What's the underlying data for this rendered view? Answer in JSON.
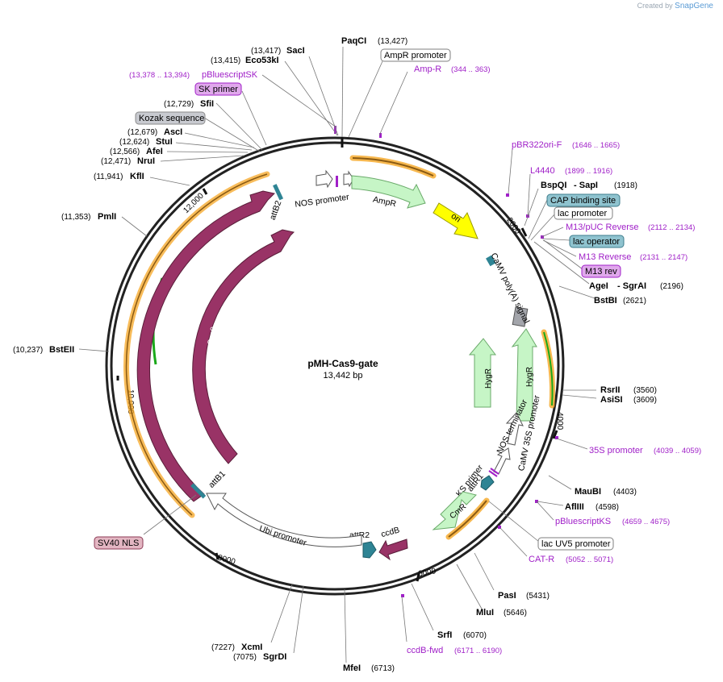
{
  "branding": {
    "prefix": "Created by",
    "name": "SnapGene"
  },
  "plasmid": {
    "name": "pMH-Cas9-gate",
    "size": "13,442 bp"
  },
  "ruler_ticks": [
    "2000",
    "4000",
    "6000",
    "8000",
    "10,000",
    "12,000"
  ],
  "sites": [
    {
      "name": "PaqCI",
      "pos": "(13,427)"
    },
    {
      "name": "SacI",
      "pos": "(13,417)"
    },
    {
      "name": "Eco53kI",
      "pos": "(13,415)"
    },
    {
      "name": "SfiI",
      "pos": "(12,729)"
    },
    {
      "name": "AscI",
      "pos": "(12,679)"
    },
    {
      "name": "StuI",
      "pos": "(12,624)"
    },
    {
      "name": "AfeI",
      "pos": "(12,566)"
    },
    {
      "name": "NruI",
      "pos": "(12,471)"
    },
    {
      "name": "KflI",
      "pos": "(11,941)"
    },
    {
      "name": "PmlI",
      "pos": "(11,353)"
    },
    {
      "name": "BstEII",
      "pos": "(10,237)"
    },
    {
      "name": "BspQI",
      "name2": "SapI",
      "pos": "(1918)"
    },
    {
      "name": "AgeI",
      "name2": "SgrAI",
      "pos": "(2196)"
    },
    {
      "name": "BstBI",
      "pos": "(2621)"
    },
    {
      "name": "RsrII",
      "pos": "(3560)"
    },
    {
      "name": "AsiSI",
      "pos": "(3609)"
    },
    {
      "name": "MauBI",
      "pos": "(4403)"
    },
    {
      "name": "AflIII",
      "pos": "(4598)"
    },
    {
      "name": "PasI",
      "pos": "(5431)"
    },
    {
      "name": "MluI",
      "pos": "(5646)"
    },
    {
      "name": "SrfI",
      "pos": "(6070)"
    },
    {
      "name": "MfeI",
      "pos": "(6713)"
    },
    {
      "name": "XcmI",
      "pos": "(7227)"
    },
    {
      "name": "SgrDI",
      "pos": "(7075)"
    }
  ],
  "primers": [
    {
      "name": "pBluescriptSK",
      "pos": "(13,378 .. 13,394)"
    },
    {
      "name": "Amp-R",
      "pos": "(344 .. 363)"
    },
    {
      "name": "pBR322ori-F",
      "pos": "(1646 .. 1665)"
    },
    {
      "name": "L4440",
      "pos": "(1899 .. 1916)"
    },
    {
      "name": "M13/pUC Reverse",
      "pos": "(2112 .. 2134)"
    },
    {
      "name": "M13 Reverse",
      "pos": "(2131 .. 2147)"
    },
    {
      "name": "35S promoter",
      "pos": "(4039 .. 4059)"
    },
    {
      "name": "pBluescriptKS",
      "pos": "(4659 .. 4675)"
    },
    {
      "name": "CAT-R",
      "pos": "(5052 .. 5071)"
    },
    {
      "name": "ccdB-fwd",
      "pos": "(6171 .. 6190)"
    }
  ],
  "feature_labels": [
    {
      "text": "AmpR promoter",
      "bg": "#ffffff",
      "border": "#7f7f7f",
      "color": "#000000"
    },
    {
      "text": "SK primer",
      "bg": "#e0a8ec",
      "border": "#a020c8",
      "color": "#000000"
    },
    {
      "text": "Kozak sequence",
      "bg": "#c8cad0",
      "border": "#8a8a8a",
      "color": "#000000"
    },
    {
      "text": "CAP binding site",
      "bg": "#8fc3cf",
      "border": "#3e7d8c",
      "color": "#000000"
    },
    {
      "text": "lac promoter",
      "bg": "#ffffff",
      "border": "#7f7f7f",
      "color": "#000000"
    },
    {
      "text": "lac operator",
      "bg": "#8fc3cf",
      "border": "#3e7d8c",
      "color": "#000000"
    },
    {
      "text": "M13 rev",
      "bg": "#e0a8ec",
      "border": "#a020c8",
      "color": "#000000"
    },
    {
      "text": "lac UV5 promoter",
      "bg": "#ffffff",
      "border": "#7f7f7f",
      "color": "#000000"
    },
    {
      "text": "SV40 NLS",
      "bg": "#e3b6c2",
      "border": "#8c3a55",
      "color": "#000000"
    }
  ],
  "inner_labels": [
    "NOS promoter",
    "AmpR",
    "ori",
    "CaMV poly(A) signal",
    "HygR",
    "CaMV 35S promoter",
    "NOS terminator",
    "HygR",
    "KS primer",
    "attR1",
    "CmR",
    "ccdB",
    "attR2",
    "Ubi promoter",
    "attB1",
    "Cas9",
    "Cas9",
    "attB2"
  ],
  "colors": {
    "backbone": "#222222",
    "cas9": "#993366",
    "green": "#c6f5c6",
    "green_stroke": "#6aaa6a",
    "ori": "#ffff00",
    "att": "#2e8494",
    "orf_outline": "#f5a623",
    "orf_inner": "#1aa81a",
    "primer": "#a020c8"
  }
}
